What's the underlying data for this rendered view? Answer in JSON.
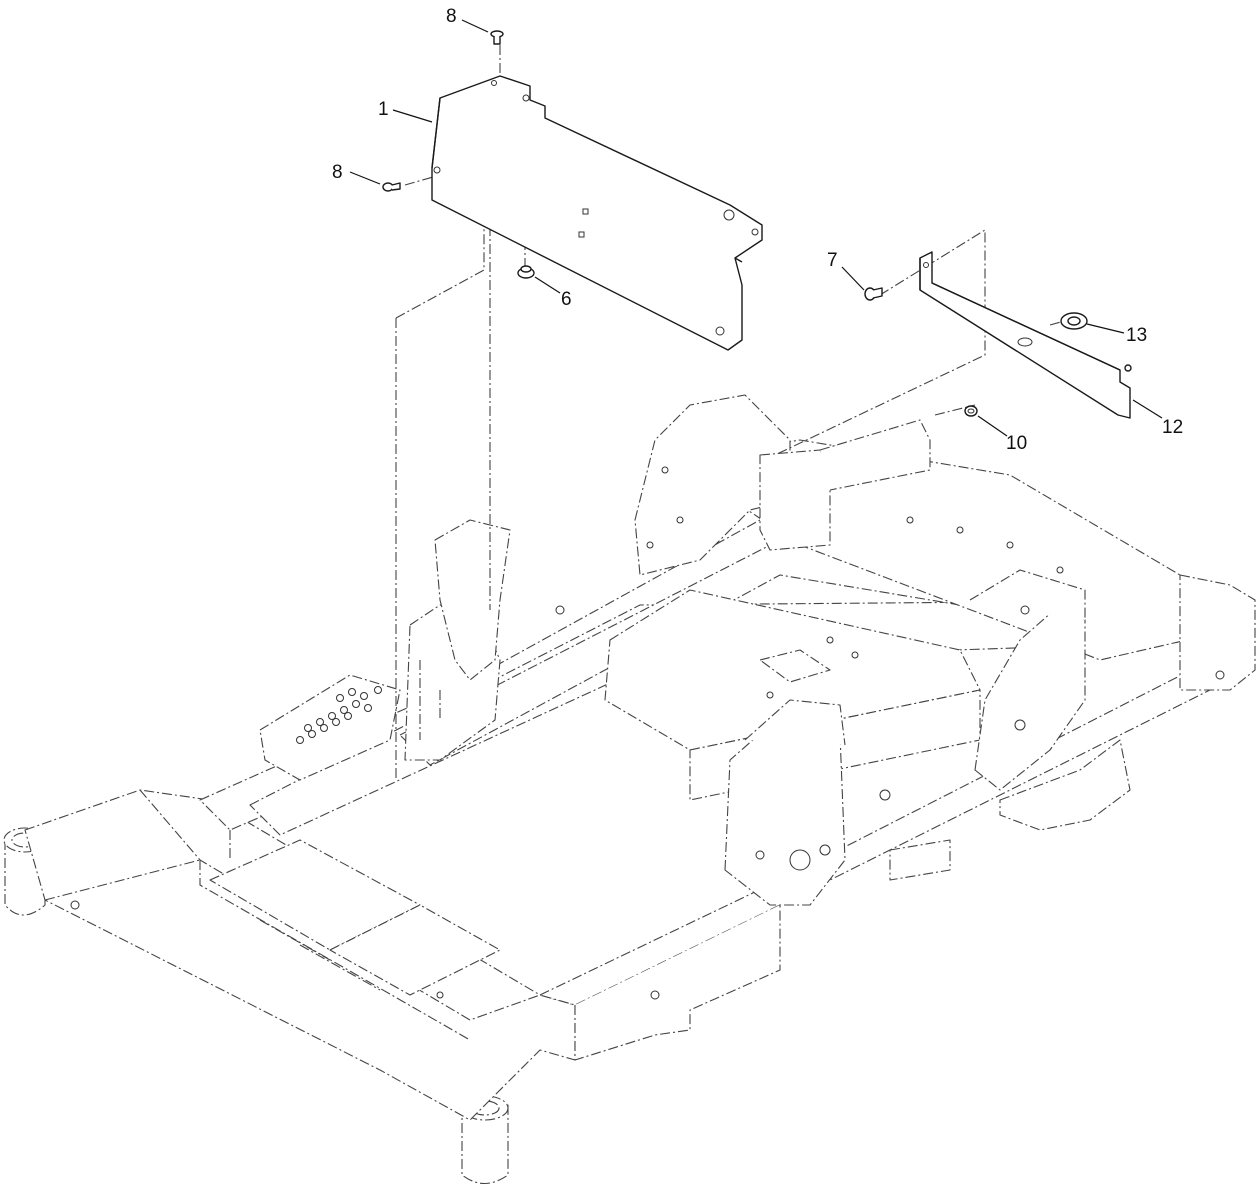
{
  "callouts": [
    {
      "id": "c8a",
      "label": "8"
    },
    {
      "id": "c1",
      "label": "1"
    },
    {
      "id": "c8b",
      "label": "8"
    },
    {
      "id": "c6",
      "label": "6"
    },
    {
      "id": "c7",
      "label": "7"
    },
    {
      "id": "c13",
      "label": "13"
    },
    {
      "id": "c12",
      "label": "12"
    },
    {
      "id": "c10",
      "label": "10"
    }
  ]
}
